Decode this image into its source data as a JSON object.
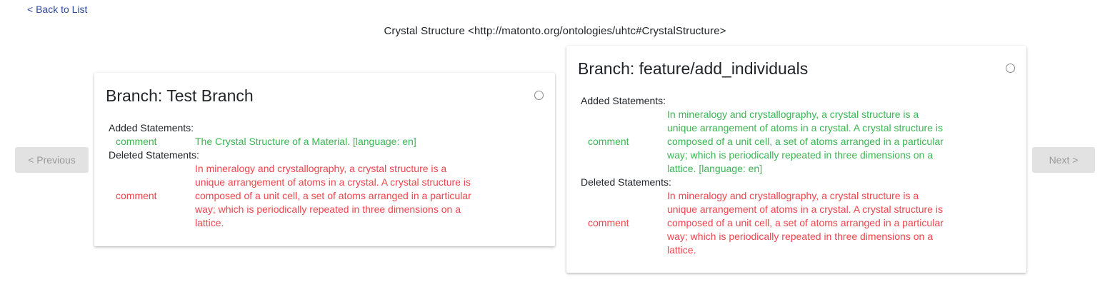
{
  "nav": {
    "back_label": "< Back to List",
    "previous_label": "< Previous",
    "next_label": "Next >"
  },
  "entity": {
    "title": "Crystal Structure <http://matonto.org/ontologies/uhtc#CrystalStructure>"
  },
  "colors": {
    "added": "#3cb553",
    "deleted": "#f0444d",
    "link": "#2f4a9a"
  },
  "branches": [
    {
      "title": "Branch: Test Branch",
      "added_label": "Added Statements:",
      "deleted_label": "Deleted Statements:",
      "added": [
        {
          "predicate": "comment",
          "object": "The Crystal Structure of a Material. [language: en]"
        }
      ],
      "deleted": [
        {
          "predicate": "comment",
          "object": "In mineralogy and crystallography, a crystal structure is a unique arrangement of atoms in a crystal. A crystal structure is composed of a unit cell, a set of atoms arranged in a particular way; which is periodically repeated in three dimensions on a lattice."
        }
      ]
    },
    {
      "title": "Branch: feature/add_individuals",
      "added_label": "Added Statements:",
      "deleted_label": "Deleted Statements:",
      "added": [
        {
          "predicate": "comment",
          "object": "In mineralogy and crystallography, a crystal structure is a unique arrangement of atoms in a crystal. A crystal structure is composed of a unit cell, a set of atoms arranged in a particular way; which is periodically repeated in three dimensions on a lattice. [language: en]"
        }
      ],
      "deleted": [
        {
          "predicate": "comment",
          "object": "In mineralogy and crystallography, a crystal structure is a unique arrangement of atoms in a crystal. A crystal structure is composed of a unit cell, a set of atoms arranged in a particular way; which is periodically repeated in three dimensions on a lattice."
        }
      ]
    }
  ]
}
